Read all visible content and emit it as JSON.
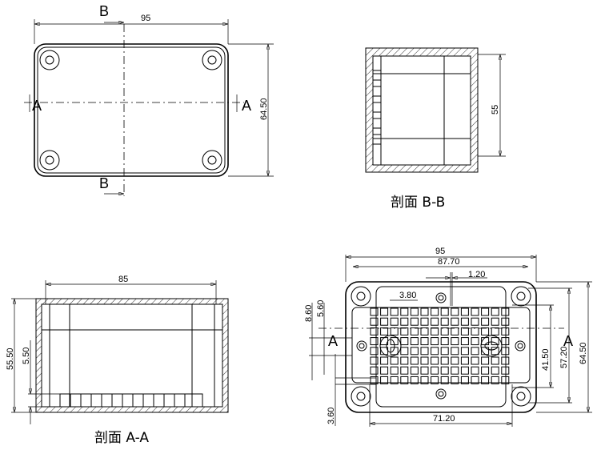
{
  "top_view": {
    "section_b_label": "B",
    "section_a_label": "A",
    "width_dim": "95",
    "height_dim": "64.50"
  },
  "section_bb": {
    "caption": "剖面 B-B",
    "height_dim": "55"
  },
  "section_aa": {
    "caption": "剖面 A-A",
    "width_dim": "85",
    "height_dim": "55.50",
    "floor_dim": "5.50"
  },
  "bottom_view": {
    "section_a_label": "A",
    "dims": {
      "overall_width": "95",
      "inner_width": "87.70",
      "rib_gap": "1.20",
      "grid_pitch": "3.80",
      "grid_width": "71.20",
      "overall_height": "64.50",
      "inner_height": "57.20",
      "grid_height": "41.50",
      "offset_1": "8.60",
      "offset_2": "5.60",
      "offset_3": "3.60"
    }
  }
}
